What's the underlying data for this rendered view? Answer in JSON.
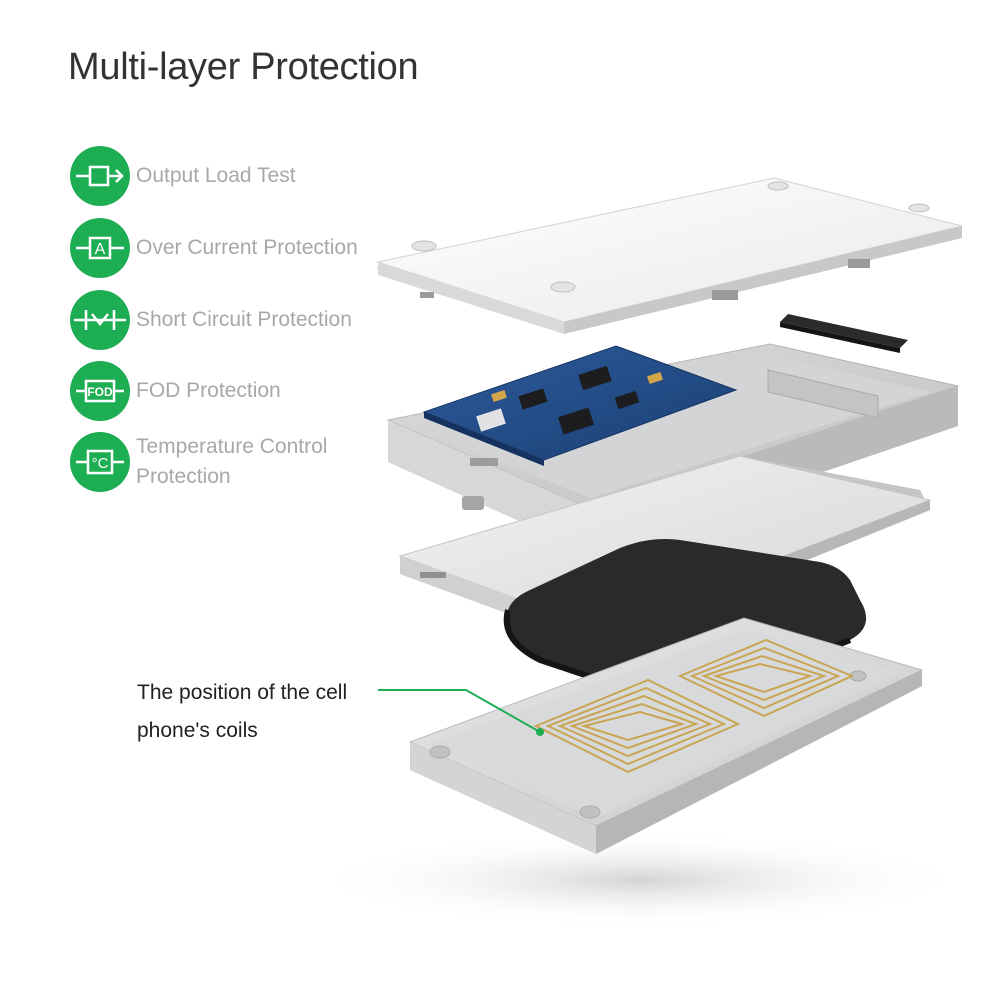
{
  "page": {
    "title": "Multi-layer Protection"
  },
  "colors": {
    "accent": "#1dae53",
    "label_gray": "#a8a8a8",
    "title_dark": "#333333"
  },
  "features": [
    {
      "icon": "output-load-test-icon",
      "label": "Output Load Test"
    },
    {
      "icon": "over-current-icon",
      "label": "Over Current Protection",
      "glyph": "A"
    },
    {
      "icon": "short-circuit-icon",
      "label": "Short Circuit Protection"
    },
    {
      "icon": "fod-icon",
      "label": "FOD Protection",
      "glyph": "FOD"
    },
    {
      "icon": "temperature-icon",
      "label_line1": "Temperature Control",
      "label_line2": "Protection",
      "glyph": "°C"
    }
  ],
  "coil_callout": {
    "line1": "The position of the cell",
    "line2": "phone's coils"
  }
}
